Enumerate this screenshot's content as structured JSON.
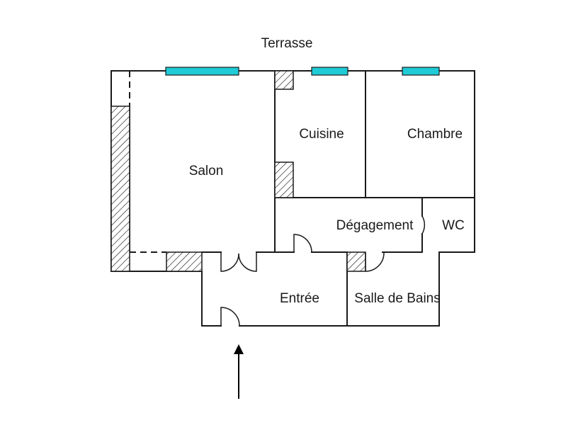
{
  "colors": {
    "wall": "#1a1a1a",
    "window": "#1ecbd6",
    "background": "#ffffff"
  },
  "rooms": {
    "terrasse": "Terrasse",
    "salon": "Salon",
    "cuisine": "Cuisine",
    "chambre": "Chambre",
    "degagement": "Dégagement",
    "wc": "WC",
    "entree": "Entrée",
    "salle_de_bains": "Salle de Bains"
  },
  "entrance_arrow": "entrance-arrow-icon"
}
